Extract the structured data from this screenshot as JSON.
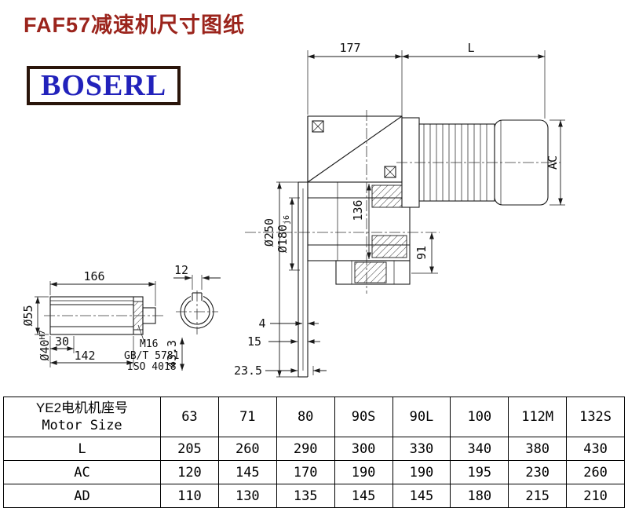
{
  "header": {
    "title": "FAF57减速机尺寸图纸"
  },
  "logo": {
    "text": "BOSERL",
    "text_color": "#2222bb",
    "border_color": "#2a150a"
  },
  "drawing": {
    "dim_177": "177",
    "dim_L": "L",
    "dim_AC": "AC",
    "flange_od": "Ø250",
    "spigot_dia": "Ø180",
    "spigot_tol": "j6",
    "dim_136": "136",
    "dim_91": "91",
    "dim_4": "4",
    "dim_15": "15",
    "dim_23_5": "23.5"
  },
  "shaft_detail": {
    "dim_166": "166",
    "dim_12": "12",
    "outer_dia": "Ø55",
    "bore_dia": "Ø40",
    "bore_tol": "H7",
    "dim_30": "30",
    "dim_142": "142",
    "thread": "M16",
    "standard_gb": "GB/T 5781",
    "standard_iso": "ISO 4018",
    "dim_43_3": "43.3"
  },
  "table": {
    "motor_label_cn": "YE2电机机座号",
    "motor_label_en": "Motor Size",
    "sizes": [
      "63",
      "71",
      "80",
      "90S",
      "90L",
      "100",
      "112M",
      "132S"
    ],
    "rows": [
      {
        "label": "L",
        "values": [
          "205",
          "260",
          "290",
          "300",
          "330",
          "340",
          "380",
          "430"
        ]
      },
      {
        "label": "AC",
        "values": [
          "120",
          "145",
          "170",
          "190",
          "190",
          "195",
          "230",
          "260"
        ]
      },
      {
        "label": "AD",
        "values": [
          "110",
          "130",
          "135",
          "145",
          "145",
          "180",
          "215",
          "210"
        ]
      }
    ]
  }
}
